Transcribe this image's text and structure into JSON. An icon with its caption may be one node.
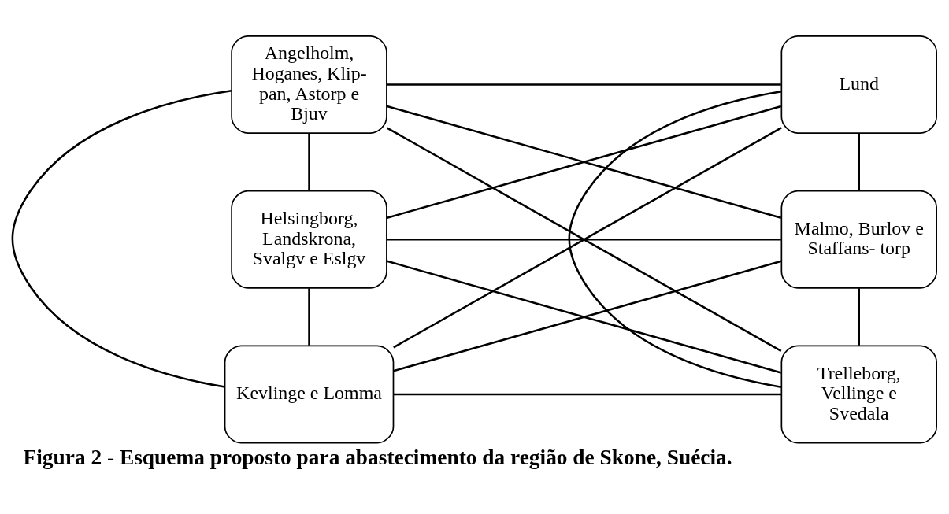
{
  "diagram": {
    "caption": "Figura 2 - Esquema proposto para abastecimento da região de Skone, Suécia.",
    "nodes": [
      {
        "text": [
          "Angelholm, Hoganes, Klip- pan, Astorp e Bjuv"
        ]
      },
      {
        "text": [
          "Helsingborg, Landskrona, Svalgv e Eslgv"
        ]
      },
      {
        "text": [
          "Kevlinge e Lomma"
        ]
      },
      {
        "text": [
          "Lund"
        ]
      },
      {
        "text": [
          "Malmo, Burlov e Staffans- torp"
        ]
      },
      {
        "text": [
          "Trelleborg, Vellinge e Svedala"
        ]
      }
    ],
    "edges": [
      {
        "from": 0,
        "to": 1,
        "arrow": "none"
      },
      {
        "from": 1,
        "to": 2,
        "arrow": "none"
      },
      {
        "from": 0,
        "to": 2,
        "arrow": "none"
      },
      {
        "from": 3,
        "to": 4,
        "arrow": "none"
      },
      {
        "from": 4,
        "to": 5,
        "arrow": "none"
      },
      {
        "from": 3,
        "to": 5,
        "arrow": "none"
      },
      {
        "from": 0,
        "to": 3,
        "arrow": "none"
      },
      {
        "from": 0,
        "to": 4,
        "arrow": "none"
      },
      {
        "from": 0,
        "to": 5,
        "arrow": "none"
      },
      {
        "from": 1,
        "to": 3,
        "arrow": "none"
      },
      {
        "from": 1,
        "to": 4,
        "arrow": "none"
      },
      {
        "from": 1,
        "to": 5,
        "arrow": "none"
      },
      {
        "from": 2,
        "to": 3,
        "arrow": "none"
      },
      {
        "from": 2,
        "to": 4,
        "arrow": "none"
      },
      {
        "from": 2,
        "to": 5,
        "arrow": "none"
      }
    ]
  }
}
